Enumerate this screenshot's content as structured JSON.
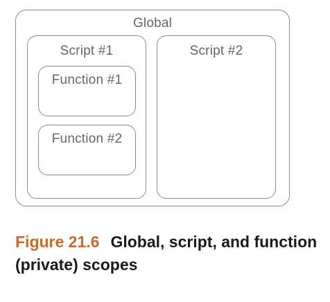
{
  "diagram": {
    "global_label": "Global",
    "script1_label": "Script #1",
    "script2_label": "Script #2",
    "function1_label": "Function #1",
    "function2_label": "Function #2"
  },
  "caption": {
    "number": "Figure 21.6",
    "text": "Global, script, and function (private) scopes"
  },
  "colors": {
    "caption_number": "#c96a2a",
    "box_border": "#8a8a8a",
    "label_text": "#666666"
  }
}
